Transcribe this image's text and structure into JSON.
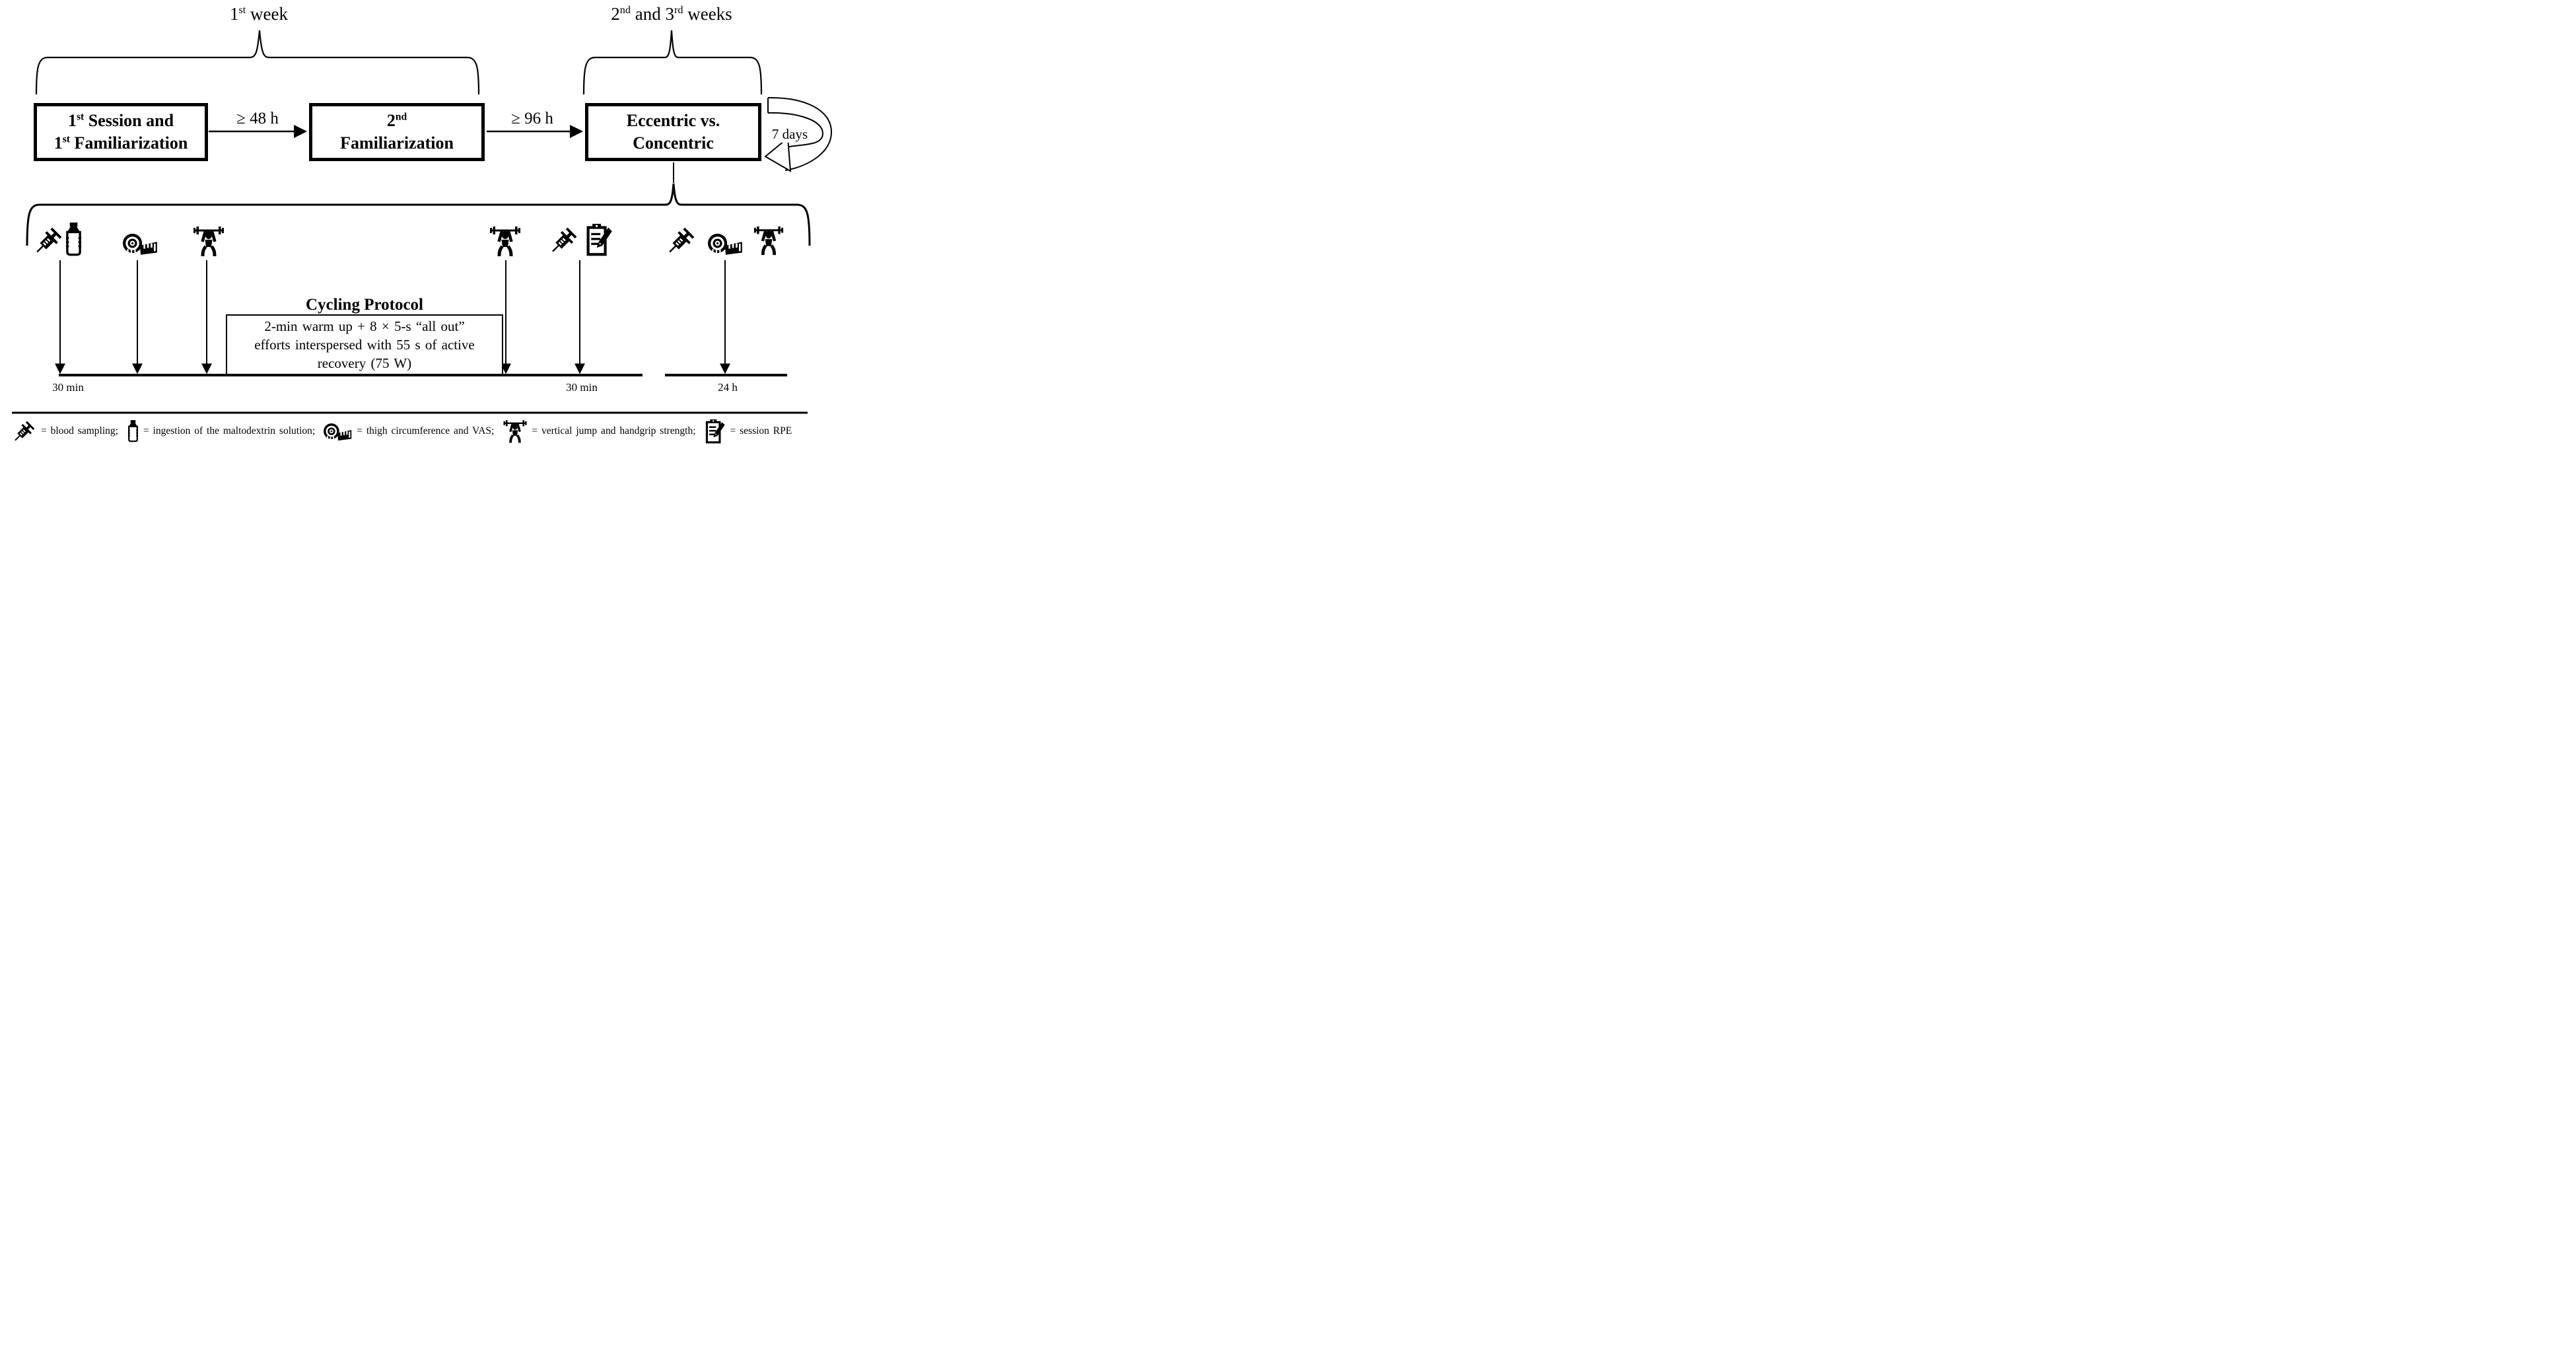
{
  "figure": {
    "week1_label": {
      "n": "1",
      "sup": "st",
      "rest": " week"
    },
    "week2_label": {
      "n1": "2",
      "sup1": "nd",
      "mid": " and 3",
      "sup2": "rd",
      "rest": " weeks"
    },
    "session_boxes": {
      "box1_line1": {
        "n": "1",
        "sup": "st",
        "rest": " Session and"
      },
      "box1_line2": {
        "n": "1",
        "sup": "st",
        "rest": " Familiarization"
      },
      "box2_line1": {
        "n": "2",
        "sup": "nd",
        "rest": ""
      },
      "box2_line2": "Familiarization",
      "box3_line1": "Eccentric vs.",
      "box3_line2": "Concentric"
    },
    "interval_labels": {
      "between_session_1_2": "≥ 48 h",
      "between_session_2_3": "≥ 96 h",
      "repeat_cycle": "7 days"
    },
    "cycling_protocol": {
      "title": "Cycling Protocol",
      "line1": "2-min warm up + 8 × 5-s “all out”",
      "line2": "efforts interspersed with 55 s of active",
      "line3": "recovery (75 W)"
    },
    "timeline_labels": {
      "pre_exercise": "30 min",
      "post_exercise": "30 min",
      "followup": "24 h"
    },
    "legend": {
      "items": [
        {
          "icon": "syringe-icon",
          "text": "= blood sampling;"
        },
        {
          "icon": "bottle-icon",
          "text": "= ingestion of the maltodextrin solution;"
        },
        {
          "icon": "tape-icon",
          "text": "= thigh circumference and VAS;"
        },
        {
          "icon": "lifter-icon",
          "text": "= vertical jump and handgrip strength;"
        },
        {
          "icon": "clipboard-icon",
          "text": "= session RPE"
        }
      ]
    },
    "colors": {
      "ink": "#000000",
      "paper": "#ffffff"
    }
  }
}
